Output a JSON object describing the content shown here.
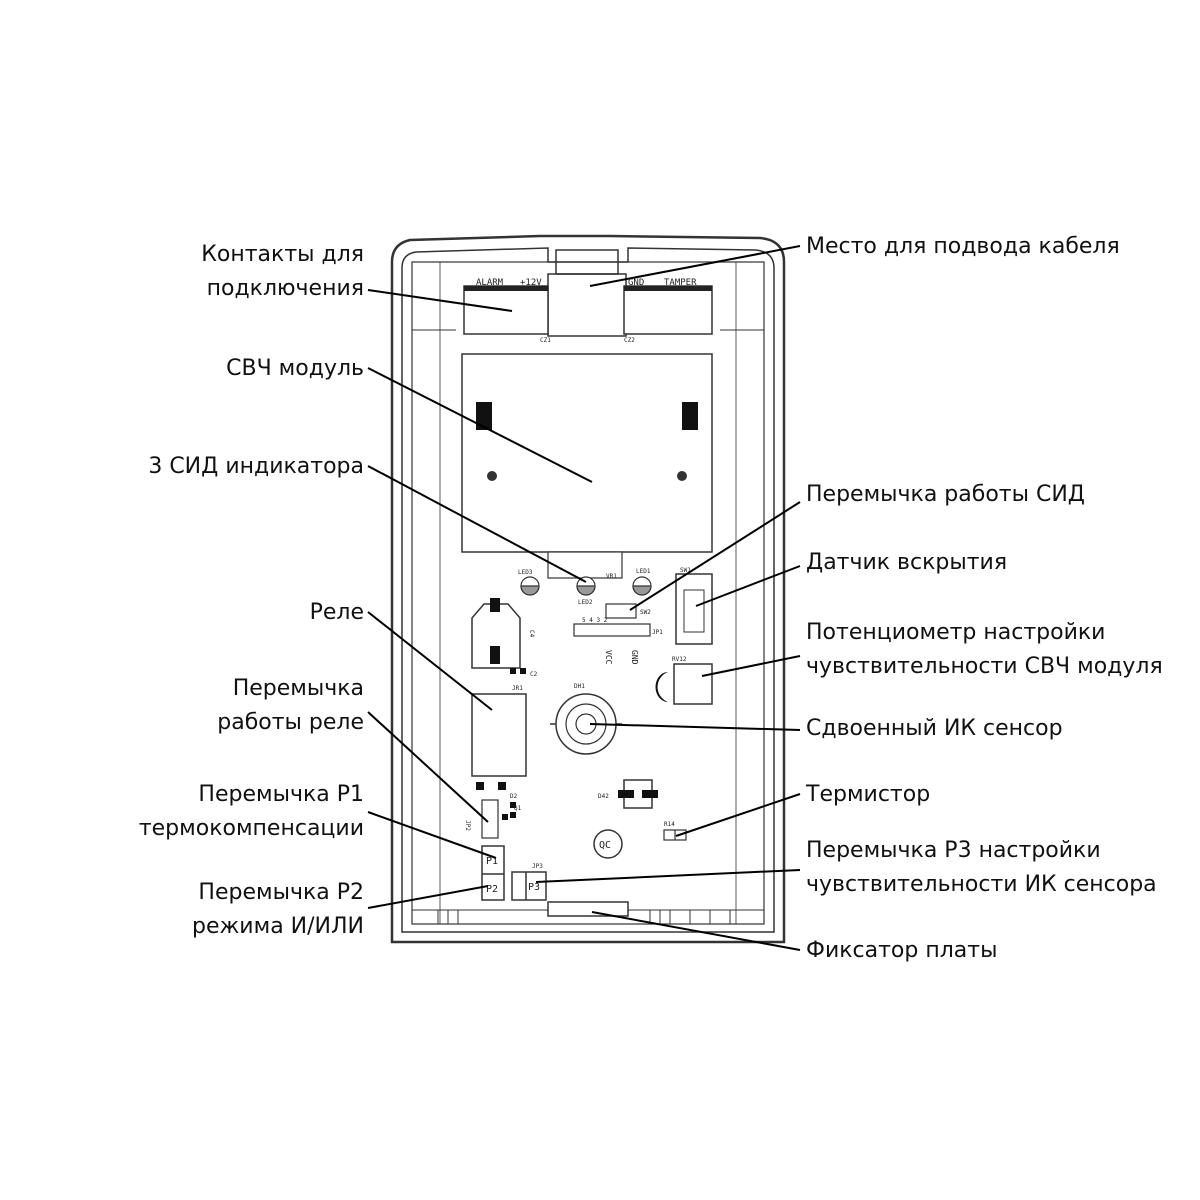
{
  "board_marks": {
    "alarm": "ALARM",
    "v12": "+12V",
    "gnd": "GND",
    "tamper": "TAMPER",
    "cz1": "CZ1",
    "cz2": "CZ2",
    "led3": "LED3",
    "led2": "LED2",
    "led1": "LED1",
    "vr": "VR1",
    "sw1": "SW1",
    "sw2": "SW2",
    "jp1": "JP1",
    "pins": "5 4 3 2",
    "vcc": "VCC",
    "gnd2": "GND",
    "c4": "C4",
    "c2": "C2",
    "rv12": "RV12",
    "jr1": "JR1",
    "d2": "D2",
    "q1": "Q1",
    "dh1": "DH1",
    "d42": "D42",
    "r14": "R14",
    "qc": "QC",
    "jp2": "JP2",
    "jp3": "JP3",
    "p1": "P1",
    "p2": "P2",
    "p3": "P3"
  },
  "labels": {
    "contacts": [
      "Контакты  для",
      "подключения"
    ],
    "cable": [
      "Место для подвода кабеля"
    ],
    "microwave": [
      "СВЧ модуль"
    ],
    "leds": [
      "3 СИД индикатора"
    ],
    "led_jumper": [
      "Перемычка работы СИД"
    ],
    "tamper": [
      "Датчик вскрытия"
    ],
    "potentiometer": [
      "Потенциометр настройки",
      "чувствительности СВЧ модуля"
    ],
    "relay": [
      "Реле"
    ],
    "relay_jumper": [
      "Перемычка",
      "работы реле"
    ],
    "pir": [
      "Сдвоенный ИК сенсор"
    ],
    "p1_jumper": [
      "Перемычка Р1",
      "термокомпенсации"
    ],
    "thermistor": [
      "Термистор"
    ],
    "p3_jumper": [
      "Перемычка Р3 настройки",
      "чувствительности ИК сенсора"
    ],
    "p2_jumper": [
      "Перемычка Р2",
      "режима И/ИЛИ"
    ],
    "latch": [
      "Фиксатор платы"
    ]
  }
}
